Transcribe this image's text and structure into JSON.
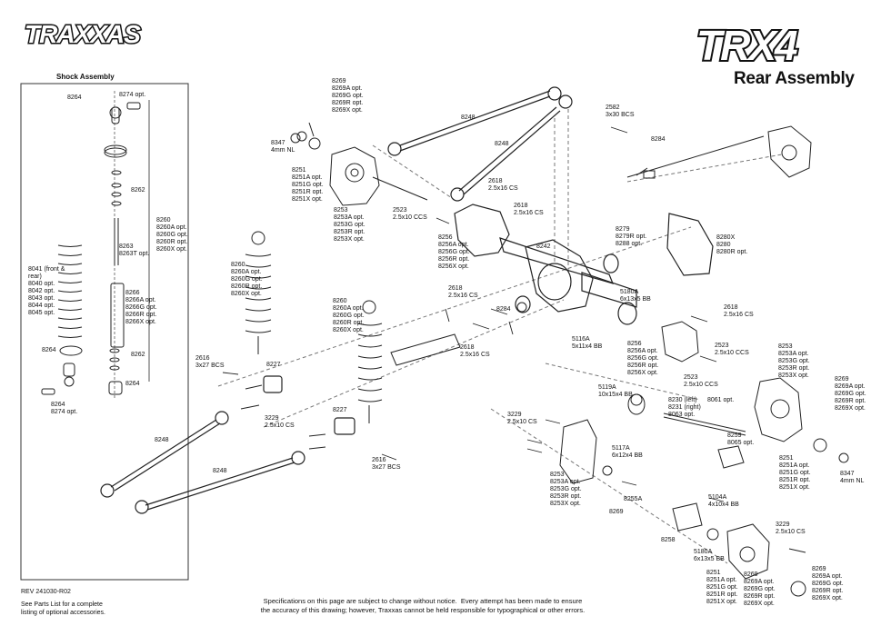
{
  "brand_logo": "TRAXXAS",
  "model_logo": "TRX4",
  "page_title": "Rear Assembly",
  "shock_assembly_title": "Shock Assembly",
  "revision": "REV 241030-R02",
  "parts_note": "See Parts List for a complete\nlisting of optional accessories.",
  "disclaimer": "Specifications on this page are subject to change without notice.  Every attempt has been made to ensure\nthe accuracy of this drawing; however, Traxxas cannot be held responsible for typographical or other errors.",
  "labels": [
    {
      "id": "s8264a",
      "text": "8264"
    },
    {
      "id": "s8274",
      "text": "8274 opt."
    },
    {
      "id": "s8262a",
      "text": "8262"
    },
    {
      "id": "s8260",
      "text": "8260\n8260A opt.\n8260G opt.\n8260R opt.\n8260X opt."
    },
    {
      "id": "s8263",
      "text": "8263\n8263T opt."
    },
    {
      "id": "s8041",
      "text": "8041 (front &\nrear)\n8040 opt.\n8042 opt.\n8043 opt.\n8044 opt.\n8045 opt."
    },
    {
      "id": "s8266",
      "text": "8266\n8266A opt.\n8266G opt.\n8266R opt.\n8266X opt."
    },
    {
      "id": "s8264b",
      "text": "8264"
    },
    {
      "id": "s8262b",
      "text": "8262"
    },
    {
      "id": "s8264c",
      "text": "8264"
    },
    {
      "id": "s8264d",
      "text": "8264\n8274 opt."
    },
    {
      "id": "m8269top",
      "text": "8269\n8269A opt.\n8269G opt.\n8269R opt.\n8269X opt."
    },
    {
      "id": "m8347",
      "text": "8347\n4mm NL"
    },
    {
      "id": "m8251",
      "text": "8251\n8251A opt.\n8251G opt.\n8251R opt.\n8251X opt."
    },
    {
      "id": "m8253a",
      "text": "8253\n8253A opt.\n8253G opt.\n8253R opt.\n8253X opt."
    },
    {
      "id": "m8248a",
      "text": "8248"
    },
    {
      "id": "m8248b",
      "text": "8248"
    },
    {
      "id": "m2582",
      "text": "2582\n3x30 BCS"
    },
    {
      "id": "m8284a",
      "text": "8284"
    },
    {
      "id": "m2618a",
      "text": "2618\n2.5x16 CS"
    },
    {
      "id": "m2618b",
      "text": "2618\n2.5x16 CS"
    },
    {
      "id": "m2523a",
      "text": "2523\n2.5x10 CCS"
    },
    {
      "id": "m8256a",
      "text": "8256\n8256A opt.\n8256G opt.\n8256R opt.\n8256X opt."
    },
    {
      "id": "m8242",
      "text": "8242"
    },
    {
      "id": "m8279",
      "text": "8279\n8279R opt.\n8288 opt."
    },
    {
      "id": "m8280",
      "text": "8280X\n8280\n8280R opt."
    },
    {
      "id": "m8260a",
      "text": "8260\n8260A opt.\n8260G opt.\n8260R opt.\n8260X opt."
    },
    {
      "id": "m2618c",
      "text": "2618\n2.5x16 CS"
    },
    {
      "id": "m5180a",
      "text": "5180A\n6x13x5 BB"
    },
    {
      "id": "m8260b",
      "text": "8260\n8260A opt.\n8260G opt.\n8260R opt.\n8260X opt."
    },
    {
      "id": "m8284b",
      "text": "8284"
    },
    {
      "id": "m2618d",
      "text": "2618\n2.5x16 CS"
    },
    {
      "id": "m2618e",
      "text": "2618\n2.5x16 CS"
    },
    {
      "id": "m5116a",
      "text": "5116A\n5x11x4 BB"
    },
    {
      "id": "m8256b",
      "text": "8256\n8256A opt.\n8256G opt.\n8256R opt.\n8256X opt."
    },
    {
      "id": "m2523b",
      "text": "2523\n2.5x10 CCS"
    },
    {
      "id": "m2523c",
      "text": "2523\n2.5x10 CCS"
    },
    {
      "id": "m8253b",
      "text": "8253\n8253A opt.\n8253G opt.\n8253R opt.\n8253X opt."
    },
    {
      "id": "m2616a",
      "text": "2616\n3x27 BCS"
    },
    {
      "id": "m8227a",
      "text": "8227"
    },
    {
      "id": "m3229a",
      "text": "3229\n2.5x10 CS"
    },
    {
      "id": "m8227b",
      "text": "8227"
    },
    {
      "id": "m8248c",
      "text": "8248"
    },
    {
      "id": "m8248d",
      "text": "8248"
    },
    {
      "id": "m2616b",
      "text": "2616\n3x27 BCS"
    },
    {
      "id": "m5119a",
      "text": "5119A\n10x15x4 BB"
    },
    {
      "id": "m8230",
      "text": "8230 (left)\n8231 (right)\n8063 opt."
    },
    {
      "id": "m8061",
      "text": "8061 opt."
    },
    {
      "id": "m8269r",
      "text": "8269\n8269A opt.\n8269G opt.\n8269R opt.\n8269X opt."
    },
    {
      "id": "m3229b",
      "text": "3229\n2.5x10 CS"
    },
    {
      "id": "m8259",
      "text": "8259\n8065 opt."
    },
    {
      "id": "m5117a",
      "text": "5117A\n6x12x4 BB"
    },
    {
      "id": "m8251r",
      "text": "8251\n8251A opt.\n8251G opt.\n8251R opt.\n8251X opt."
    },
    {
      "id": "m8347r",
      "text": "8347\n4mm NL"
    },
    {
      "id": "m8253c",
      "text": "8253\n8253A opt.\n8253G opt.\n8253R opt.\n8253X opt."
    },
    {
      "id": "m8255a",
      "text": "8255A"
    },
    {
      "id": "m5104a",
      "text": "5104A\n4x10x4 BB"
    },
    {
      "id": "m8269b",
      "text": "8269"
    },
    {
      "id": "m3229c",
      "text": "3229\n2.5x10 CS"
    },
    {
      "id": "m8258",
      "text": "8258"
    },
    {
      "id": "m5180b",
      "text": "5180A\n6x13x5 BB"
    },
    {
      "id": "m8251b",
      "text": "8251\n8251A opt.\n8251G opt.\n8251R opt.\n8251X opt."
    },
    {
      "id": "m8269c",
      "text": "8269\n8269A opt.\n8269G opt.\n8269R opt.\n8269X opt."
    },
    {
      "id": "m8269d",
      "text": "8269\n8269A opt.\n8269G opt.\n8269R opt.\n8269X opt."
    }
  ]
}
